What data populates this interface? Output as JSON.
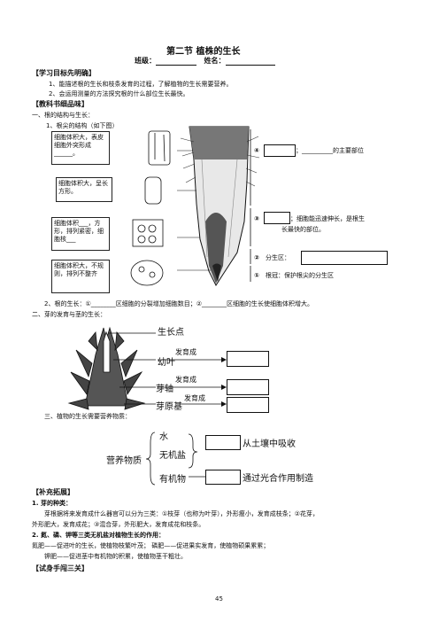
{
  "header": {
    "title": "第二节   植株的生长",
    "class_label": "班级：",
    "name_label": "姓名："
  },
  "sections": {
    "objectives_title": "【学习目标先明确】",
    "objectives": [
      "1、能描述根的生长和枝条发育的过程，了解植物的生长需要营养。",
      "2、会运用测量的方法探究根的什么部位生长最快。"
    ],
    "textbook_title": "【教科书细品味】",
    "part1_title": "一、根的结构与生长：",
    "part1_sub": "1、根尖的结构（如下图）",
    "cell_boxes": [
      "细胞体积大，表皮细胞外突形成______。",
      "细胞体积大，呈长方形。",
      "细胞体积___，方形，排列紧密，细胞核___",
      "细胞体积大，不规则，排列不整齐"
    ],
    "right_labels": {
      "l4_num": "④",
      "l4_text": "；__________的主要部位",
      "l3_num": "③",
      "l3_text_1": "；细胞能迅速伸长，是根生",
      "l3_text_2": "长最快的部位。",
      "l2_num": "②",
      "l2_text": "分生区：",
      "l1_num": "①",
      "l1_text": "根冠：保护根尖的分生区"
    },
    "growth_line": "2、根的生长：①________区细胞的分裂增加细胞数目；②________区细胞的生长使细胞体积增大。",
    "part2_title": "二、芽的发育与茎的生长：",
    "bud_labels": {
      "growth_point": "生长点",
      "young_leaf": "幼叶",
      "bud_axis": "芽轴",
      "bud_primordium": "芽原基",
      "develop1": "发育成",
      "develop2": "发育成",
      "develop3": "发育成"
    },
    "part3_title": "三、植物的生长需要营养物质：",
    "nutrients": {
      "main": "营养物质",
      "water": "水",
      "mineral": "无机盐",
      "organic": "有机物",
      "from_soil": "从土壤中吸收",
      "photosynthesis": "通过光合作用制造"
    },
    "supplement_title": "【补充拓展】",
    "sup1_title": "1.    芽的种类：",
    "sup1_text_1": "芽根据将来发育成什么器官可以分为三类：①枝芽（也称为叶芽），外形瘦小，发育成枝条；②花芽，",
    "sup1_text_2": "外形肥大，发育成花；③混合芽，外形肥大，发育成花和枝条。",
    "sup2_title": "2.    氮、磷、钾等三类无机盐对植物生长的作用：",
    "sup2_text_1": "氮肥——促进叶的生长，使植物枝繁叶茂；     磷肥——促进果实发育，使植物硕果累累；",
    "sup2_text_2": "钾肥——促进茎中有机物的积累，使植物茎干粗壮。",
    "trial_title": "【试身手闯三关】"
  },
  "footer": {
    "page_number": "45"
  }
}
